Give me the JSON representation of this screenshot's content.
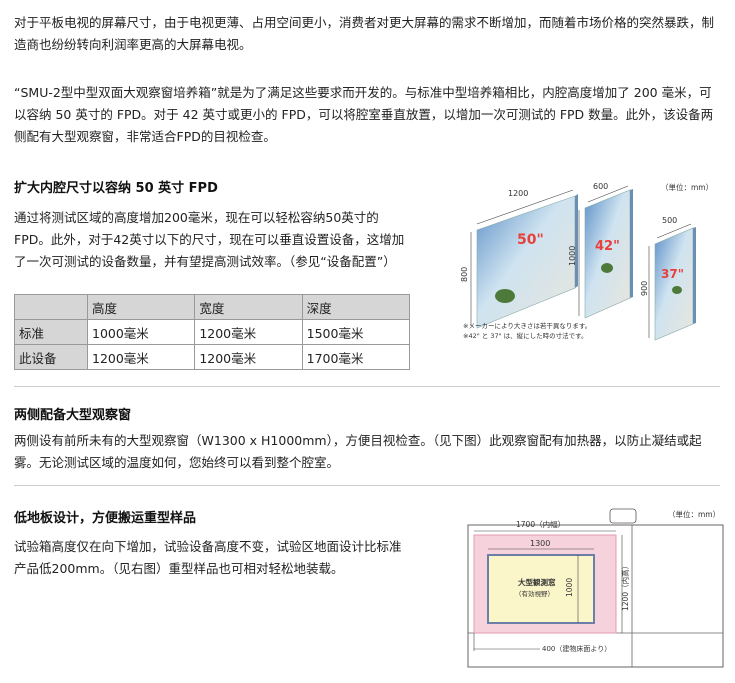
{
  "intro": {
    "line1": "对于平板电视的屏幕尺寸，由于电视更薄、占用空间更小，消费者对更大屏幕的需求不断增加，而随着市场价格的突然暴跌，制",
    "line2": "造商也纷纷转向利润率更高的大屏幕电视。",
    "line3": "“SMU-2型中型双面大观察窗培养箱”就是为了满足这些要求而开发的。与标准中型培养箱相比，内腔高度增加了 200 毫米，可",
    "line4": "以容纳 50 英寸的 FPD。对于 42 英寸或更小的 FPD，可以将腔室垂直放置，以增加一次可测试的 FPD 数量。此外，该设备两",
    "line5": "侧配有大型观察窗，非常适合FPD的目视检查。"
  },
  "section1": {
    "title": "扩大内腔尺寸以容纳 50 英寸 FPD",
    "line1": "通过将测试区域的高度增加200毫米，现在可以轻松容纳50英寸的",
    "line2": "FPD。此外，对于42英寸以下的尺寸，现在可以垂直设置设备，这增加",
    "line3": "了一次可测试的设备数量，并有望提高测试效率。（参见“设备配置”）"
  },
  "table": {
    "headers": [
      "",
      "高度",
      "宽度",
      "深度"
    ],
    "rows": [
      [
        "标准",
        "1000毫米",
        "1200毫米",
        "1500毫米"
      ],
      [
        "此设备",
        "1200毫米",
        "1200毫米",
        "1700毫米"
      ]
    ]
  },
  "figure1": {
    "unit_label": "（単位：mm）",
    "dim_1200": "1200",
    "dim_600": "600",
    "dim_500": "500",
    "dim_800": "800",
    "dim_1000": "1000",
    "dim_900": "900",
    "label_50": "50\"",
    "label_42": "42\"",
    "label_37": "37\"",
    "note1": "※メーカーにより大きさは若干異なります。",
    "note2": "※42\" と 37\" は、縦にした時の寸法です。",
    "colors": {
      "panel_light": "#cfe3f0",
      "panel_dark": "#5a8fc7",
      "size_label": "#e8403a"
    }
  },
  "section2": {
    "title": "两侧配备大型观察窗",
    "line1": "两侧设有前所未有的大型观察窗（W1300 x H1000mm），方便目视检查。（见下图）此观察窗配有加热器，以防止凝结或起",
    "line2": "雾。无论测试区域的温度如何，您始终可以看到整个腔室。"
  },
  "section3": {
    "title": "低地板设计，方便搬运重型样品",
    "line1": "试验箱高度仅在向下增加，试验设备高度不变，试验区地面设计比标准",
    "line2": "产品低200mm。（见右图）重型样品也可相对轻松地装载。"
  },
  "figure2": {
    "unit_label": "（単位：mm）",
    "dim_1700": "1700（内幅）",
    "dim_1300": "1300",
    "window_title": "大型観測窓",
    "window_sub": "（有効視野）",
    "dim_1000": "1000",
    "dim_1200": "1200（内高）",
    "dim_400": "400（建物床面より）",
    "colors": {
      "window_fill": "#f6d3dc",
      "window_border": "#e49aae",
      "pane": "#fbf6c9"
    }
  }
}
